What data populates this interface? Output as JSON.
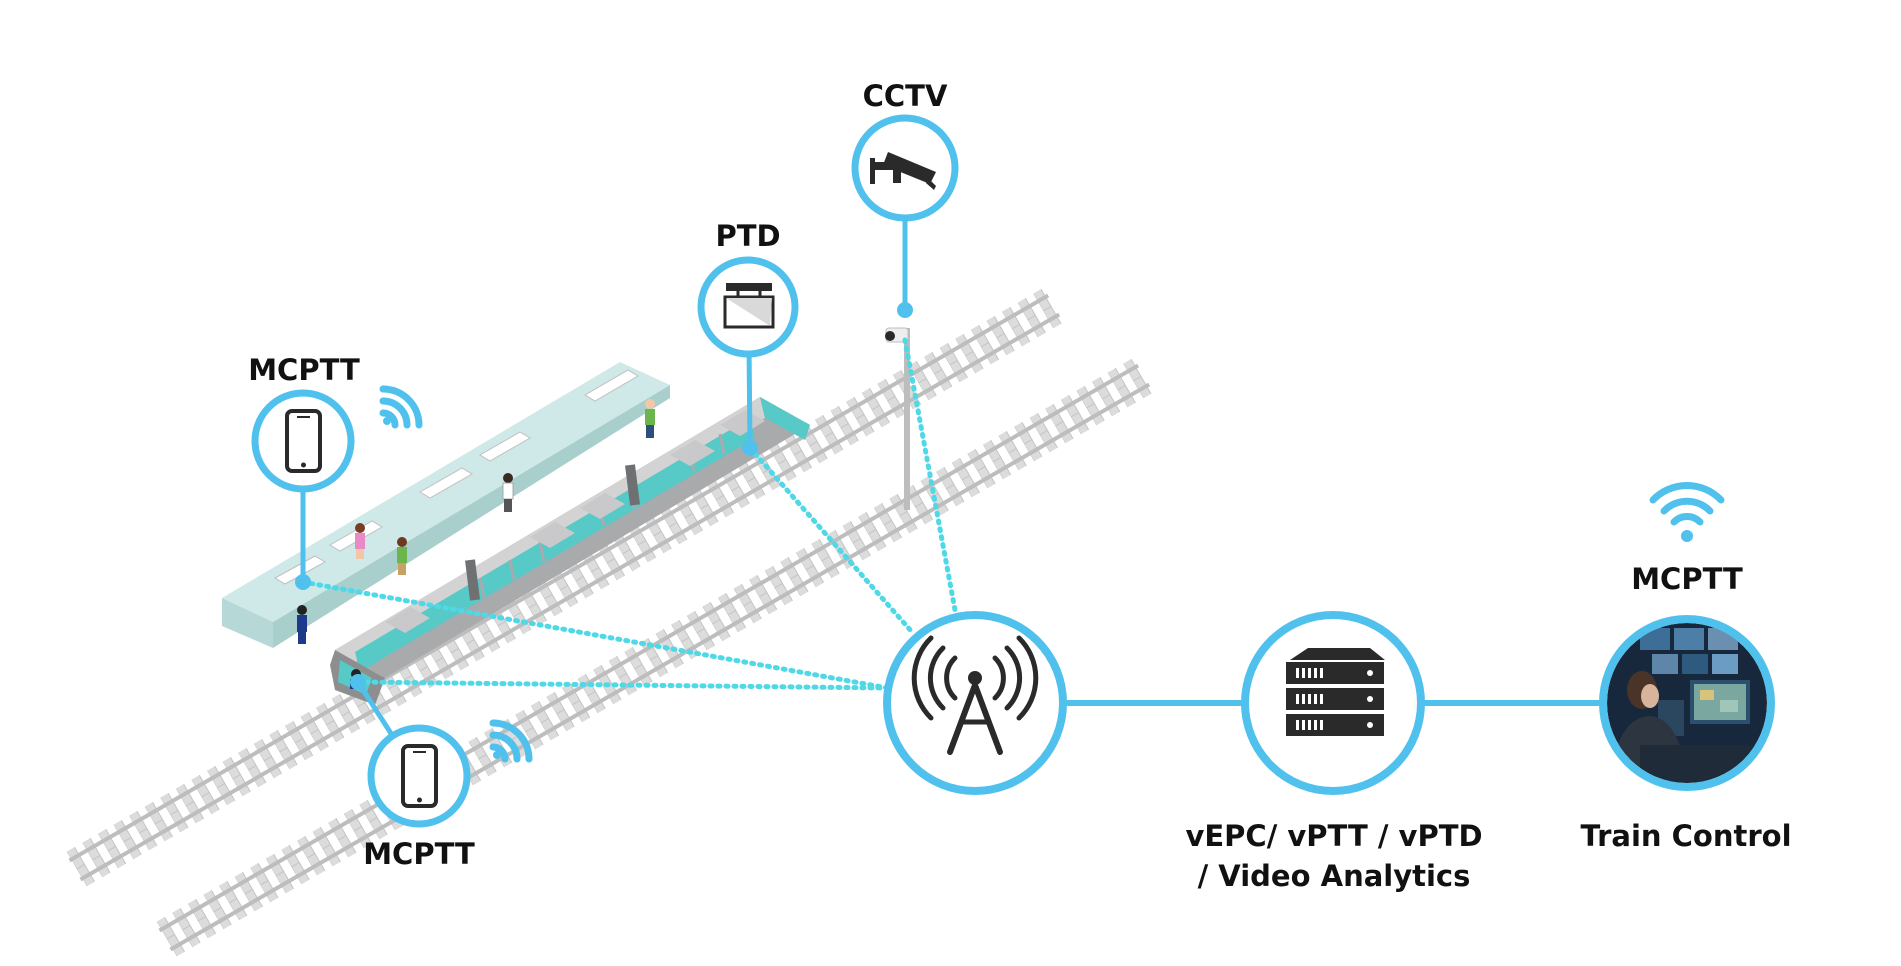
{
  "colors": {
    "accent": "#4fc1ec",
    "dotted_link": "#4fd8e6",
    "icon": "#2a2a2a",
    "label": "#111111",
    "platform": "#cfe9e8",
    "train_body": "#a9aaac",
    "train_window": "#57c9c6",
    "rail": "#c9c9c9"
  },
  "icons": {
    "cctv": "cctv-camera-icon",
    "ptd": "display-board-icon",
    "handset": "smartphone-icon",
    "radio": "antenna-tower-icon",
    "core": "server-rack-icon",
    "wifi": "wifi-icon",
    "control": "control-room-photo"
  },
  "labels": {
    "cctv": "CCTV",
    "ptd": "PTD",
    "mcptt_platform": "MCPTT",
    "mcptt_train": "MCPTT",
    "mcptt_control": "MCPTT",
    "core_line1": "vEPC/ vPTT / vPTD",
    "core_line2": "/ Video Analytics",
    "train_control": "Train Control"
  }
}
